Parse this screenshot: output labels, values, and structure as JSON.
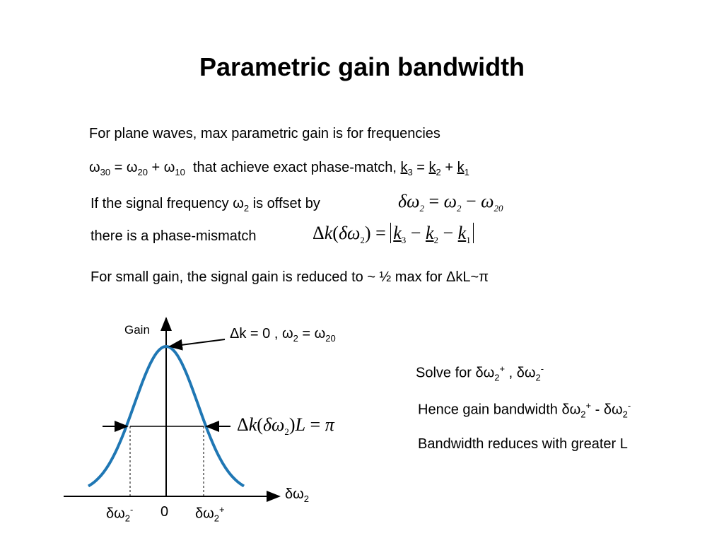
{
  "slide": {
    "title": "Parametric gain bandwidth",
    "intro_line1": "For plane waves, max parametric gain is for frequencies",
    "intro_line2_text": "that achieve exact phase-match,",
    "offset_text": "If the signal frequency ω",
    "offset_text_tail": "is offset by",
    "mismatch_text": "there is a phase-mismatch",
    "small_gain_text": "For small gain,  the signal gain is reduced to ~ ½ max for ΔkL~π"
  },
  "equations": {
    "w30": "ω",
    "sub30": "30",
    "w20": "ω",
    "sub20": "20",
    "w10": "ω",
    "sub10": "10",
    "k3": "k",
    "sub3": "3",
    "k2": "k",
    "sub2": "2",
    "k1": "k",
    "sub1": "1"
  },
  "graph": {
    "ylabel": "Gain",
    "peak_label": "Δk = 0 , ω",
    "peak_label_tail": "= ω",
    "xlabel": "δω",
    "tick_minus": "δω",
    "tick_zero": "0",
    "tick_plus": "δω",
    "curve_color": "#1f77b4"
  },
  "right_notes": {
    "solve": "Solve for δω",
    "hence": "Hence gain bandwidth δω",
    "reduces": "Bandwidth reduces with greater L"
  }
}
